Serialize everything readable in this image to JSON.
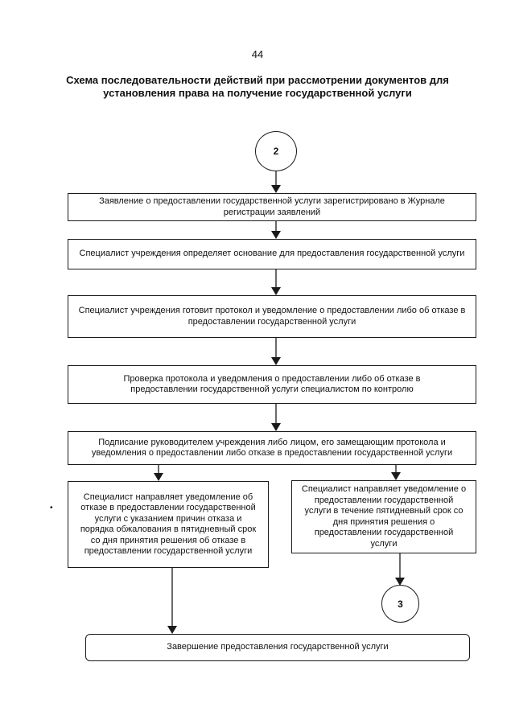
{
  "page_number": "44",
  "title": "Схема последовательности действий при  рассмотрении документов для установления права на получение государственной услуги",
  "connectors": {
    "start": "2",
    "end": "3"
  },
  "steps": {
    "step1": "Заявление о предоставлении государственной услуги зарегистрировано в Журнале регистрации заявлений",
    "step2": "Специалист учреждения определяет основание для предоставления государственной услуги",
    "step3": "Специалист учреждения готовит протокол и уведомление о предоставлении либо об отказе в предоставлении государственной услуги",
    "step4": "Проверка протокола и уведомления о предоставлении либо об отказе в предоставлении государственной услуги специалистом по контролю",
    "step5": "Подписание руководителем учреждения либо лицом, его замещающим протокола и уведомления о предоставлении либо отказе в предоставлении государственной услуги",
    "refusal": "Специалист направляет уведомление об отказе в предоставлении государственной услуги с указанием причин отказа и порядка обжалования в пятидневный срок со дня принятия решения об отказе в предоставлении государственной услуги",
    "approval": "Специалист направляет уведомление о предоставлении государственной услуги  в течение пятидневный срок со дня принятия решения о предоставлении государственной услуги",
    "final": "Завершение предоставления государственной услуги"
  },
  "colors": {
    "line": "#1a1a1a",
    "background": "#ffffff"
  }
}
